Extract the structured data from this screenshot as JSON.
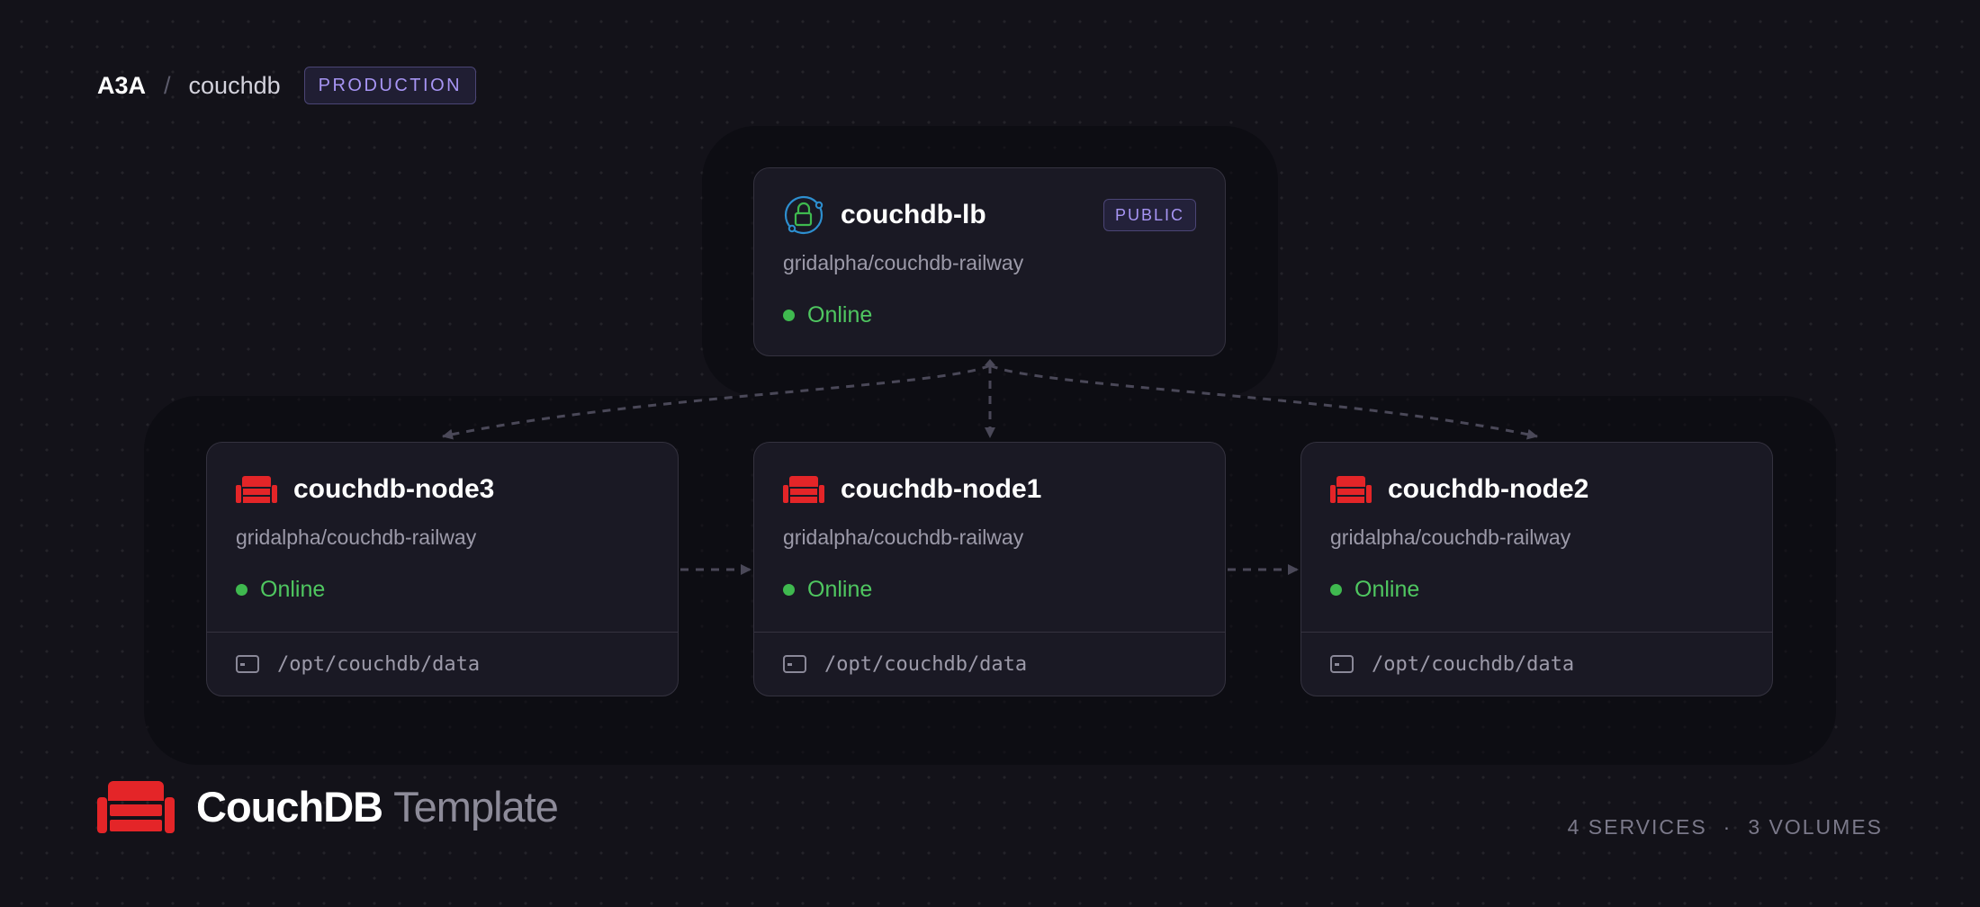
{
  "header": {
    "project": "A3A",
    "separator": "/",
    "name": "couchdb",
    "environment": "PRODUCTION"
  },
  "nodes": {
    "lb": {
      "name": "couchdb-lb",
      "badge": "PUBLIC",
      "image": "gridalpha/couchdb-railway",
      "status": "Online",
      "icon": "load-balancer-icon"
    },
    "node3": {
      "name": "couchdb-node3",
      "image": "gridalpha/couchdb-railway",
      "status": "Online",
      "volume": "/opt/couchdb/data",
      "icon": "couchdb-icon"
    },
    "node1": {
      "name": "couchdb-node1",
      "image": "gridalpha/couchdb-railway",
      "status": "Online",
      "volume": "/opt/couchdb/data",
      "icon": "couchdb-icon"
    },
    "node2": {
      "name": "couchdb-node2",
      "image": "gridalpha/couchdb-railway",
      "status": "Online",
      "volume": "/opt/couchdb/data",
      "icon": "couchdb-icon"
    }
  },
  "edges": [
    {
      "from": "couchdb-lb",
      "to": "couchdb-node3"
    },
    {
      "from": "couchdb-lb",
      "to": "couchdb-node1"
    },
    {
      "from": "couchdb-lb",
      "to": "couchdb-node2"
    },
    {
      "from": "couchdb-node3",
      "to": "couchdb-node1"
    },
    {
      "from": "couchdb-node1",
      "to": "couchdb-node2"
    }
  ],
  "footer": {
    "title_bold": "CouchDB",
    "title_light": "Template",
    "services": "4 SERVICES",
    "dot": "·",
    "volumes": "3 VOLUMES"
  },
  "colors": {
    "background": "#131219",
    "card": "#1a1924",
    "accent": "#a795f4",
    "online": "#3fb94f",
    "couchdb_red": "#e42528"
  }
}
